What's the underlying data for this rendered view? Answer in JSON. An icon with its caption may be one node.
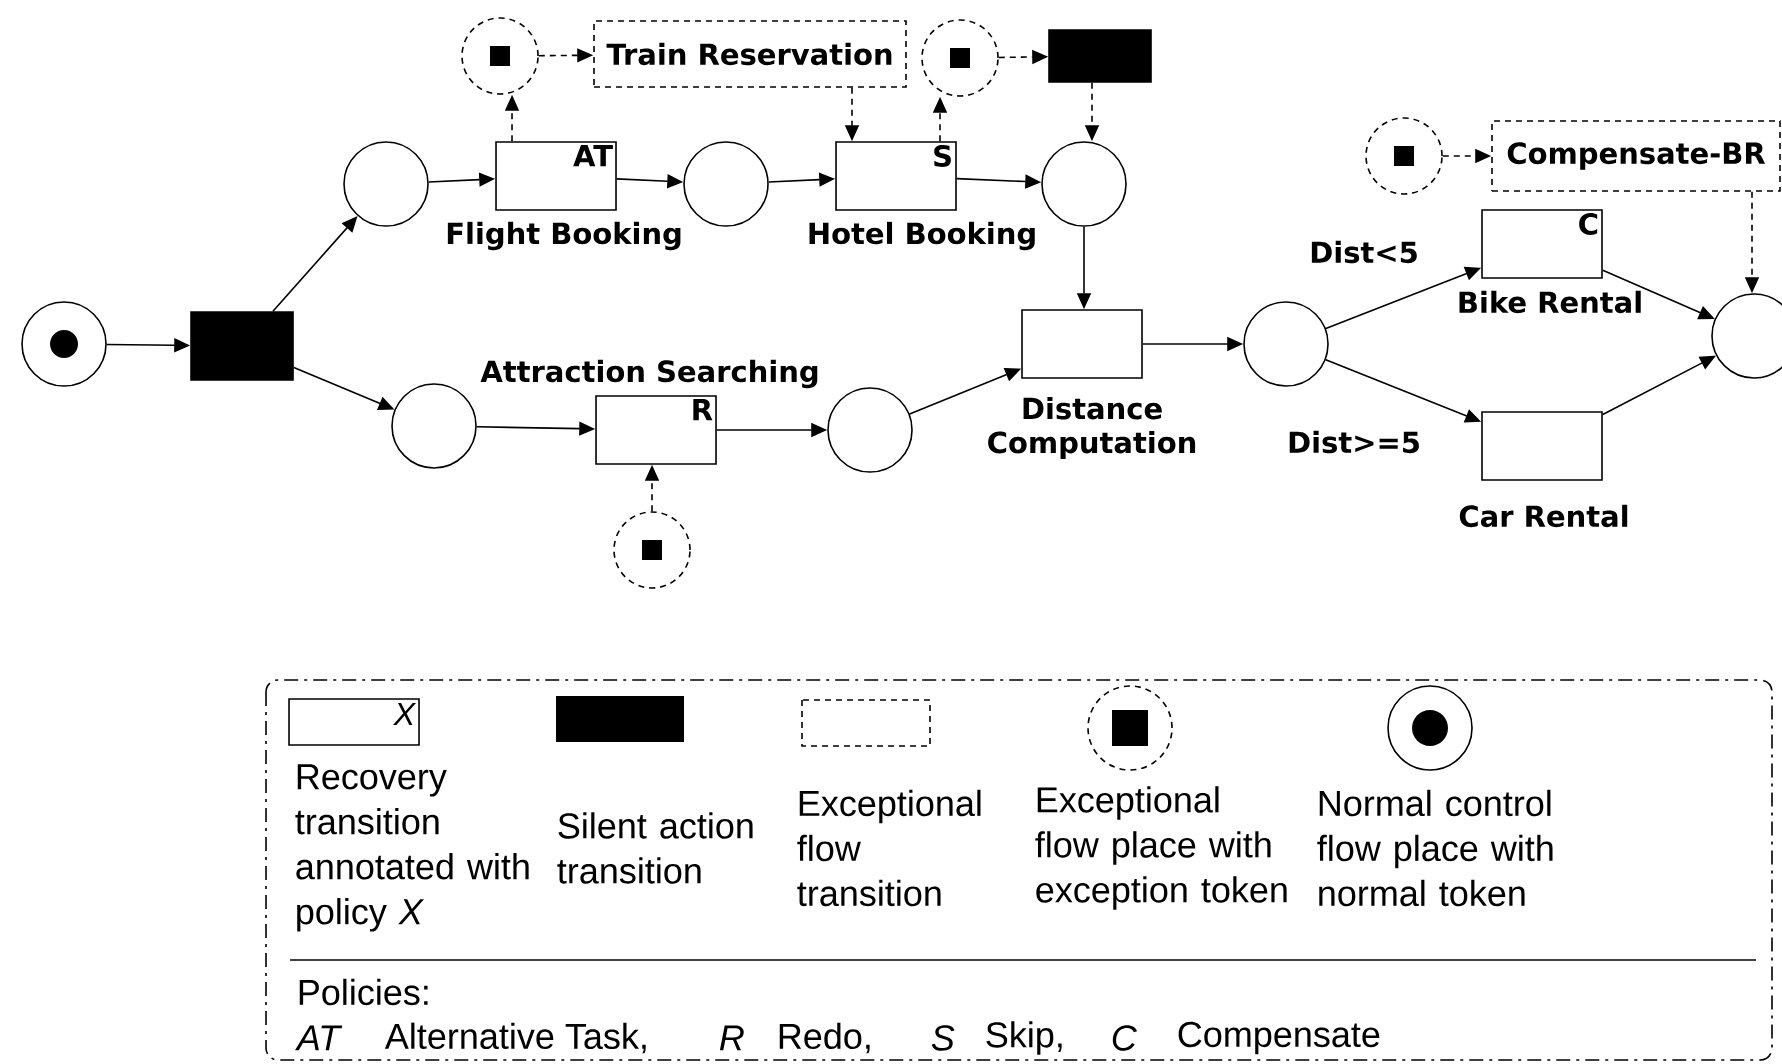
{
  "diagram": {
    "nodes": [
      {
        "text": [],
        "shape": "circle"
      },
      {
        "text": [],
        "shape": "box"
      },
      {
        "text": [],
        "shape": "circle"
      },
      {
        "text": [
          "AT",
          "Flight Booking"
        ]
      },
      {
        "text": [],
        "shape": "circle"
      },
      {
        "text": [
          "Train Reservation"
        ]
      },
      {
        "text": [],
        "shape": "circle"
      },
      {
        "text": [
          "S",
          "Hotel Booking"
        ]
      },
      {
        "text": [],
        "shape": "circle"
      },
      {
        "text": [],
        "shape": "box"
      },
      {
        "text": [],
        "shape": "circle"
      },
      {
        "text": [
          "Distance Computation"
        ]
      },
      {
        "text": [
          "Attraction Searching",
          "R"
        ]
      },
      {
        "text": [],
        "shape": "circle"
      },
      {
        "text": [],
        "shape": "circle"
      },
      {
        "text": [],
        "shape": "circle"
      },
      {
        "text": [],
        "shape": "circle"
      },
      {
        "text": [
          "C",
          "Bike Rental"
        ]
      },
      {
        "text": [
          "Car Rental"
        ]
      },
      {
        "text": [],
        "shape": "circle"
      },
      {
        "text": [
          "Compensate-BR"
        ]
      },
      {
        "text": [],
        "shape": "circle"
      }
    ],
    "edges": [
      {
        "from": 0,
        "to": 1,
        "arrow": "to"
      },
      {
        "from": 1,
        "to": 2,
        "arrow": "to"
      },
      {
        "from": 1,
        "to": 13,
        "arrow": "to"
      },
      {
        "from": 2,
        "to": 3,
        "arrow": "to"
      },
      {
        "from": 3,
        "to": 6,
        "arrow": "to"
      },
      {
        "from": 6,
        "to": 7,
        "arrow": "to"
      },
      {
        "from": 7,
        "to": 10,
        "arrow": "to"
      },
      {
        "from": 3,
        "to": 4,
        "arrow": "to",
        "style": "dashed"
      },
      {
        "from": 4,
        "to": 5,
        "arrow": "to",
        "style": "dashed"
      },
      {
        "from": 5,
        "to": 7,
        "arrow": "to",
        "style": "dashed"
      },
      {
        "from": 7,
        "to": 8,
        "arrow": "to",
        "style": "dashed"
      },
      {
        "from": 8,
        "to": 9,
        "arrow": "to",
        "style": "dashed"
      },
      {
        "from": 9,
        "to": 10,
        "arrow": "to",
        "style": "dashed"
      },
      {
        "from": 13,
        "to": 12,
        "arrow": "to"
      },
      {
        "from": 12,
        "to": 15,
        "arrow": "to"
      },
      {
        "from": 14,
        "to": 12,
        "arrow": "to",
        "style": "dashed"
      },
      {
        "from": 15,
        "to": 11,
        "arrow": "to"
      },
      {
        "from": 10,
        "to": 11,
        "arrow": "to"
      },
      {
        "from": 11,
        "to": 16,
        "arrow": "to"
      },
      {
        "from": 16,
        "to": 17,
        "arrow": "to",
        "label": "Dist<5"
      },
      {
        "from": 16,
        "to": 18,
        "arrow": "to",
        "label": "Dist>=5"
      },
      {
        "from": 17,
        "to": 21,
        "arrow": "to"
      },
      {
        "from": 18,
        "to": 21,
        "arrow": "to"
      },
      {
        "from": 19,
        "to": 20,
        "arrow": "to",
        "style": "dashed"
      },
      {
        "from": 20,
        "to": 21,
        "arrow": "to",
        "style": "dashed"
      }
    ],
    "labels": [
      "X",
      "Policies:",
      "AT",
      "Alternative Task,",
      "R",
      "Redo,",
      "S",
      "Skip,",
      "C",
      "Compensate"
    ],
    "legend": [
      {
        "text": "Recovery transition annotated with policy *X*"
      },
      {
        "text": "Silent action transition"
      },
      {
        "text": "Exceptional flow transition"
      },
      {
        "text": "Exceptional flow place with exception token"
      },
      {
        "text": "Normal control flow place with normal token"
      }
    ]
  }
}
